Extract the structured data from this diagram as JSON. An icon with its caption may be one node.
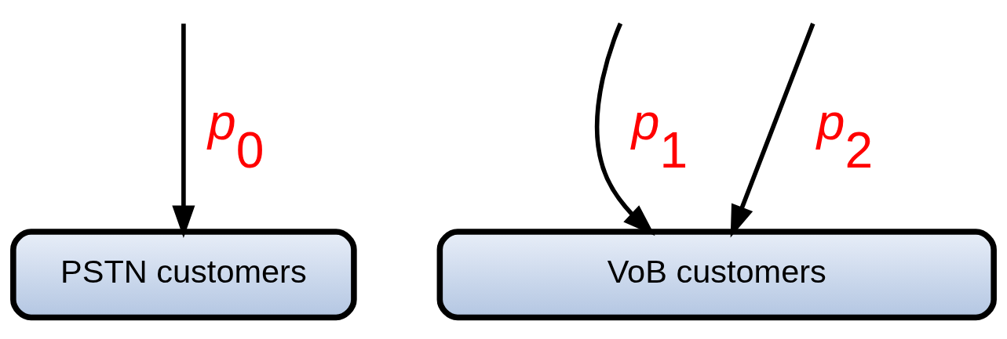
{
  "diagram": {
    "nodes": [
      {
        "text": [
          "PSTN customers"
        ]
      },
      {
        "text": [
          "VoB customers"
        ]
      }
    ],
    "edges": [
      {
        "from": null,
        "to": 0,
        "arrow": "to",
        "label": "p$_{0}$"
      },
      {
        "from": null,
        "to": 1,
        "arrow": "to",
        "label": "p$_{1}$"
      },
      {
        "from": null,
        "to": 1,
        "arrow": "to",
        "label": "p$_{2}$"
      }
    ]
  }
}
